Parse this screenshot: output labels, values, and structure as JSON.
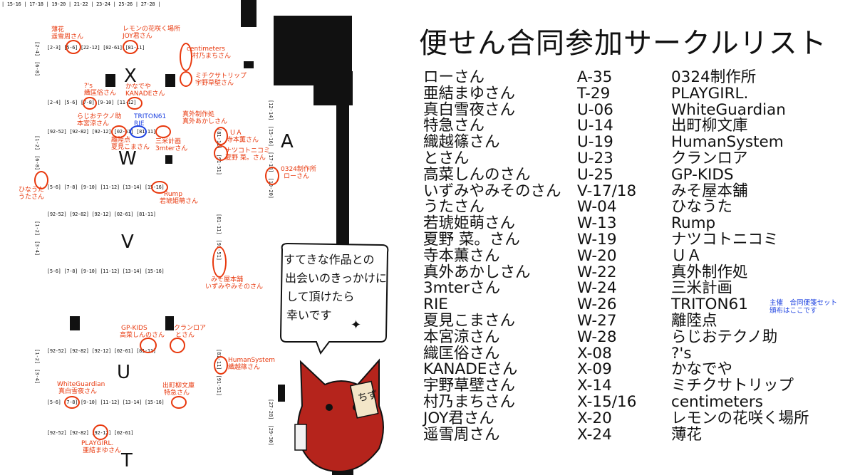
{
  "title": "便せん合同参加サークルリスト",
  "participants": [
    {
      "name": "ローさん",
      "space": "A-35",
      "circle": "0324制作所"
    },
    {
      "name": "亜結まゆさん",
      "space": "T-29",
      "circle": "PLAYGIRL."
    },
    {
      "name": "真白雪夜さん",
      "space": "U-06",
      "circle": "WhiteGuardian"
    },
    {
      "name": "特急さん",
      "space": "U-14",
      "circle": "出町柳文庫"
    },
    {
      "name": "織越篠さん",
      "space": "U-19",
      "circle": "HumanSystem"
    },
    {
      "name": "とさん",
      "space": "U-23",
      "circle": "クランロア"
    },
    {
      "name": "高菜しんのさん",
      "space": "U-25",
      "circle": "GP-KIDS"
    },
    {
      "name": "いずみやみそのさん",
      "space": "V-17/18",
      "circle": "みそ屋本舗"
    },
    {
      "name": "うたさん",
      "space": "W-04",
      "circle": "ひなうた"
    },
    {
      "name": "若琥姫萌さん",
      "space": "W-13",
      "circle": "Rump"
    },
    {
      "name": "夏野 菜。さん",
      "space": "W-19",
      "circle": "ナツコトニコミ"
    },
    {
      "name": "寺本薫さん",
      "space": "W-20",
      "circle": "ＵＡ"
    },
    {
      "name": "真外あかしさん",
      "space": "W-22",
      "circle": "真外制作処"
    },
    {
      "name": "3mterさん",
      "space": "W-24",
      "circle": "三米計画"
    },
    {
      "name": "RIE",
      "space": "W-26",
      "circle": "TRITON61"
    },
    {
      "name": "夏見こまさん",
      "space": "W-27",
      "circle": "離陸点"
    },
    {
      "name": "本宮涼さん",
      "space": "W-28",
      "circle": "らじおテクノ助"
    },
    {
      "name": "織匡俗さん",
      "space": "X-08",
      "circle": "?'s"
    },
    {
      "name": "KANADEさん",
      "space": "X-09",
      "circle": "かなでや"
    },
    {
      "name": "宇野草壁さん",
      "space": "X-14",
      "circle": "ミチクサトリップ"
    },
    {
      "name": "村乃まちさん",
      "space": "X-15/16",
      "circle": "centimeters"
    },
    {
      "name": "JOY君さん",
      "space": "X-20",
      "circle": "レモンの花咲く場所"
    },
    {
      "name": "遥雪周さん",
      "space": "X-24",
      "circle": "薄花"
    }
  ],
  "note": {
    "line1": "主催　合同便箋セット",
    "line2": "頒布はここです"
  },
  "bubble": {
    "lines": [
      "すてきな作品との",
      "出会いのきっかけに",
      "して頂けたら",
      "幸いです"
    ]
  },
  "badge": "ちず",
  "map": {
    "blocks": {
      "x": "X",
      "w": "W",
      "v": "V",
      "u": "U",
      "a": "A",
      "t": "T"
    },
    "labels": [
      "薄花",
      "遥雪周さん",
      "レモンの花咲く場所",
      "JOY君さん",
      "centimeters",
      "村乃まちさん",
      "?'s",
      "織匡俗さん",
      "かなでや",
      "KANADEさん",
      "ミチクサトリップ",
      "宇野草壁さん",
      "らじおテクノ助",
      "本宮涼さん",
      "TRITON61",
      "RIE",
      "真外制作処",
      "真外あかしさん",
      "離陸点",
      "夏見こまさん",
      "三米計画",
      "3mterさん",
      "ＵＡ",
      "寺本薫さん",
      "ナツコトニコミ",
      "夏野 菜。さん",
      "0324制作所",
      "ローさん",
      "ひなうた",
      "うたさん",
      "Rump",
      "若琥姫萌さん",
      "みそ屋本舗",
      "いずみやみそのさん",
      "GP-KIDS",
      "高菜しんのさん",
      "クランロア",
      "とさん",
      "HumanSystem",
      "織越篠さん",
      "WhiteGuardian",
      "真白雪夜さん",
      "出町柳文庫",
      "特急さん",
      "PLAYGIRL.",
      "亜結まゆさん"
    ],
    "ticks": {
      "top": "| 15-16 | 17-18 | 19-20 | 21-22 | 23-24 | 25-26 | 27-28 |",
      "xrow1": "[2-3]  [5-6] [22-12] [02-61] [81-11]",
      "xrow2": "[2-4]  [5-6] [7-8] [9-10] [11-12]",
      "wrow1": "[92-52] [92-82] [92-12] [02-61] [81-11]",
      "wrow2": "[5-6] [7-8] [9-10] [11-12] [13-14] [15-16]",
      "vrow1": "[92-52] [92-82] [92-12] [02-61] [81-11]",
      "vrow2": "[5-6] [7-8] [9-10] [11-12] [13-14] [15-16]",
      "urow1": "[92-52] [92-82] [92-12] [02-61] [81-11]",
      "urow2": "[5-6] [7-8] [9-10] [11-12] [13-14] [15-16]",
      "trow1": "[92-52] [92-82] [92-12] [02-61]"
    }
  }
}
